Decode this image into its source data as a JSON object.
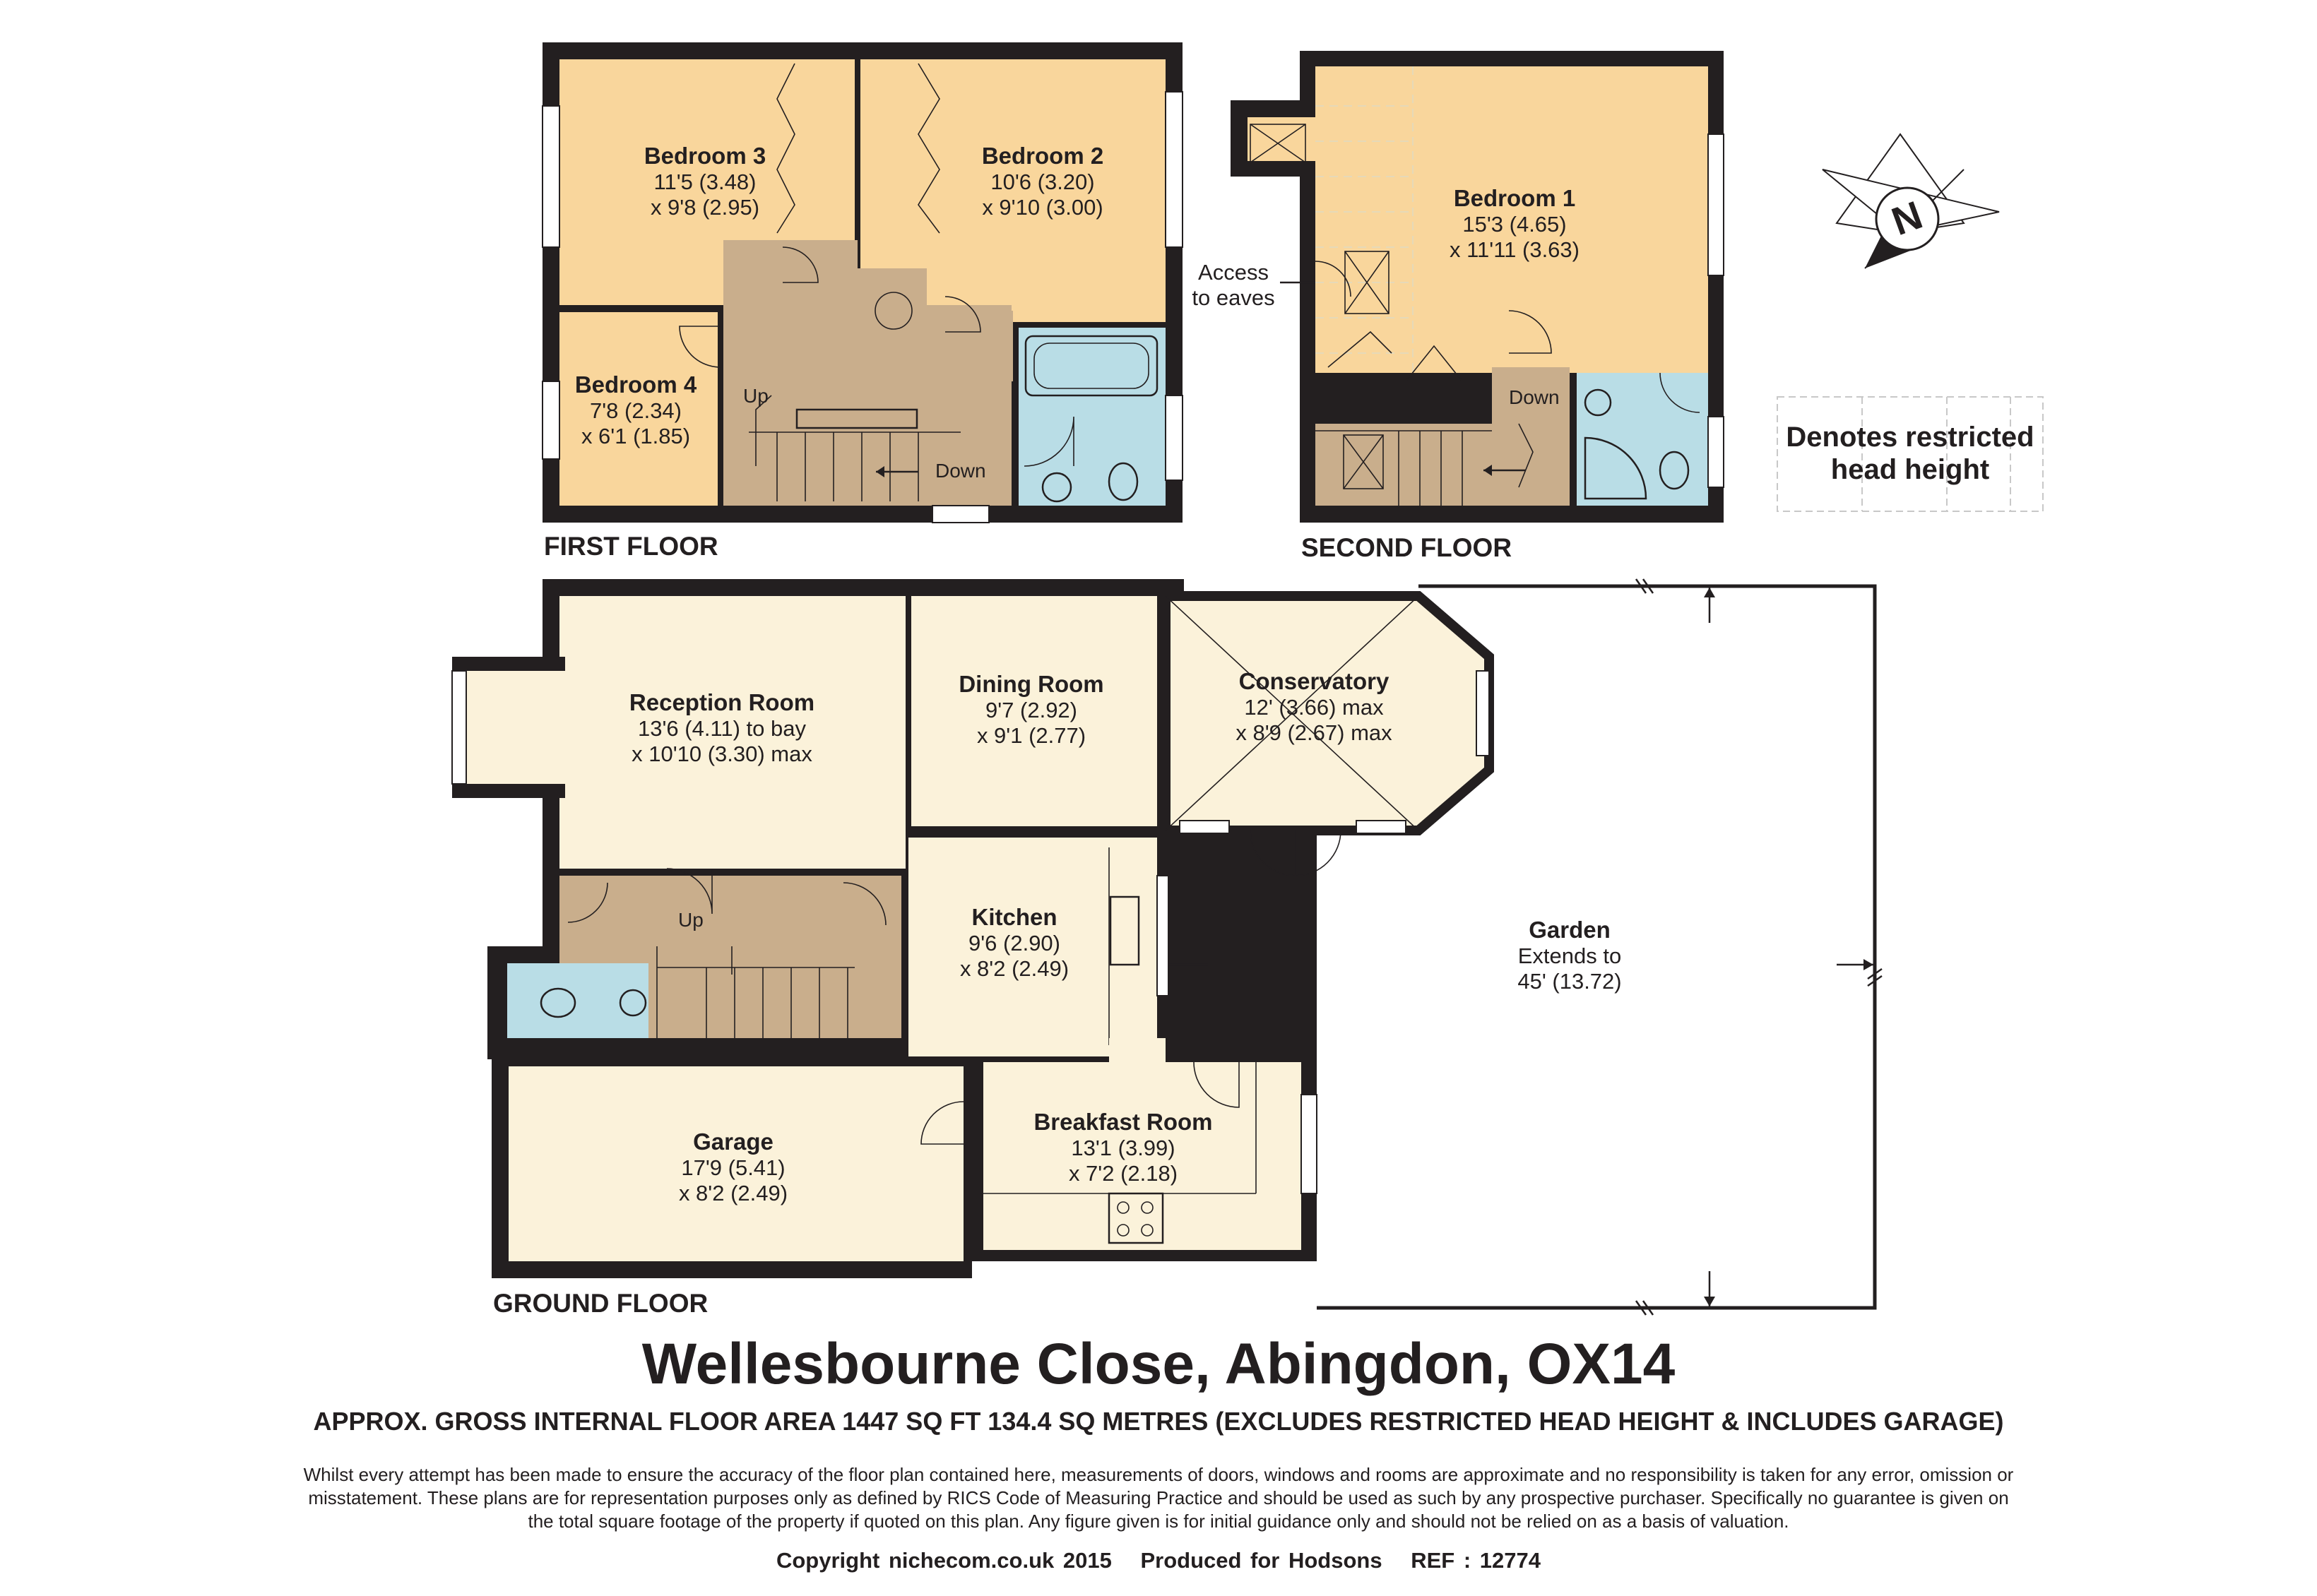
{
  "floors": {
    "first": "FIRST FLOOR",
    "second": "SECOND FLOOR",
    "ground": "GROUND FLOOR"
  },
  "rooms": {
    "bedroom3": {
      "name": "Bedroom 3",
      "dim1": "11'5 (3.48)",
      "dim2": "x 9'8 (2.95)"
    },
    "bedroom2": {
      "name": "Bedroom 2",
      "dim1": "10'6 (3.20)",
      "dim2": "x 9'10 (3.00)"
    },
    "bedroom4": {
      "name": "Bedroom 4",
      "dim1": "7'8 (2.34)",
      "dim2": "x 6'1 (1.85)"
    },
    "bedroom1": {
      "name": "Bedroom 1",
      "dim1": "15'3 (4.65)",
      "dim2": "x 11'11 (3.63)"
    },
    "reception": {
      "name": "Reception Room",
      "dim1": "13'6 (4.11) to bay",
      "dim2": "x 10'10 (3.30) max"
    },
    "dining": {
      "name": "Dining Room",
      "dim1": "9'7 (2.92)",
      "dim2": "x 9'1 (2.77)"
    },
    "conservatory": {
      "name": "Conservatory",
      "dim1": "12' (3.66) max",
      "dim2": "x 8'9 (2.67) max"
    },
    "kitchen": {
      "name": "Kitchen",
      "dim1": "9'6 (2.90)",
      "dim2": "x 8'2 (2.49)"
    },
    "breakfast": {
      "name": "Breakfast Room",
      "dim1": "13'1 (3.99)",
      "dim2": "x 7'2 (2.18)"
    },
    "garage": {
      "name": "Garage",
      "dim1": "17'9 (5.41)",
      "dim2": "x 8'2 (2.49)"
    },
    "garden": {
      "name": "Garden",
      "dim1": "Extends to",
      "dim2": "45' (13.72)"
    }
  },
  "labels": {
    "up": "Up",
    "down": "Down",
    "access_line1": "Access",
    "access_line2": "to eaves",
    "legend_line1": "Denotes restricted",
    "legend_line2": "head height",
    "compass": "N"
  },
  "title": "Wellesbourne Close, Abingdon, OX14",
  "area_note": "APPROX. GROSS INTERNAL FLOOR AREA 1447 SQ FT 134.4 SQ METRES (EXCLUDES RESTRICTED HEAD HEIGHT & INCLUDES GARAGE)",
  "disclaimer": "Whilst every attempt has been made to ensure the accuracy of the floor plan contained here, measurements of doors, windows and rooms are approximate and no responsibility is taken for any error, omission or misstatement. These plans are for representation purposes only as defined by RICS Code of Measuring Practice and should be used as such by any prospective purchaser. Specifically no guarantee is given on the total square footage of the property if quoted on this plan. Any figure given is for initial guidance only and should not be relied on as a basis of valuation.",
  "footer": {
    "copyright": "Copyright nichecom.co.uk 2015",
    "produced": "Produced for Hodsons",
    "ref": "REF :  12774"
  },
  "colors": {
    "bedroom": "#f9d69c",
    "hall": "#c9ae8c",
    "bathroom": "#b9dde6",
    "living": "#fbf2da",
    "wall": "#231f20"
  }
}
